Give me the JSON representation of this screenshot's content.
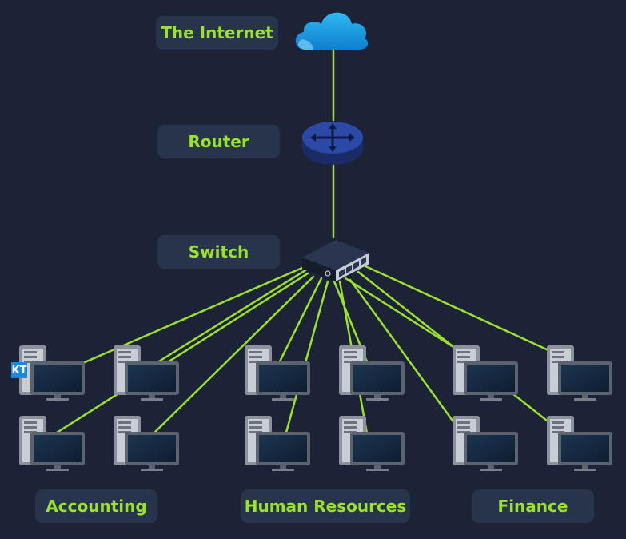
{
  "labels": {
    "internet": "The Internet",
    "router": "Router",
    "switch": "Switch",
    "accounting": "Accounting",
    "hr": "Human Resources",
    "finance": "Finance"
  },
  "badge": "KT",
  "colors": {
    "background": "#1c2336",
    "label_bg": "#27344c",
    "label_text": "#9be22d",
    "link": "#9be22d",
    "cloud": "#1aa3e8",
    "router": "#2b4aa8"
  }
}
